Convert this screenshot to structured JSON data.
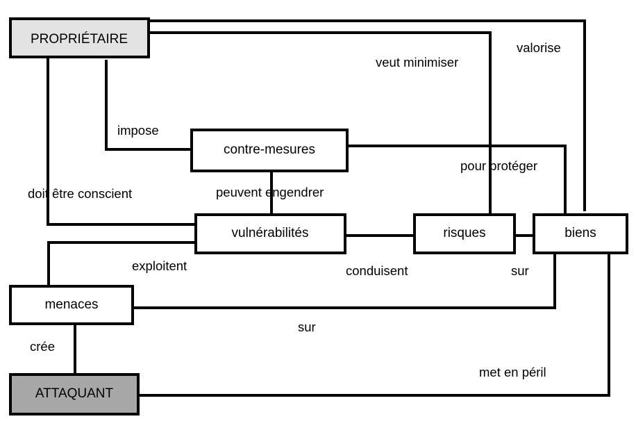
{
  "nodes": {
    "proprietaire": {
      "label": "PROPRIÉTAIRE",
      "fill": "#e3e3e3"
    },
    "contre_mesures": {
      "label": "contre-mesures",
      "fill": "#ffffff"
    },
    "vulnerabilites": {
      "label": "vulnérabilités",
      "fill": "#ffffff"
    },
    "risques": {
      "label": "risques",
      "fill": "#ffffff"
    },
    "biens": {
      "label": "biens",
      "fill": "#ffffff"
    },
    "menaces": {
      "label": "menaces",
      "fill": "#ffffff"
    },
    "attaquant": {
      "label": "ATTAQUANT",
      "fill": "#a7a7a7"
    }
  },
  "edges": {
    "valorise": "valorise",
    "veut_minimiser": "veut minimiser",
    "impose": "impose",
    "doit_etre_conscient": "doit être conscient",
    "peuvent_engendrer": "peuvent engendrer",
    "pour_proteger": "pour protéger",
    "exploitent": "exploitent",
    "conduisent": "conduisent",
    "sur_risques_biens": "sur",
    "sur_menaces_biens": "sur",
    "cree": "crée",
    "met_en_peril": "met en péril"
  }
}
